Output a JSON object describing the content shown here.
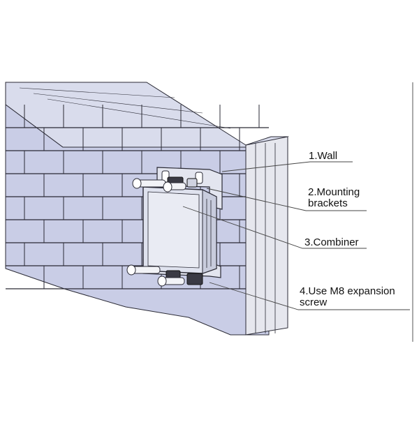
{
  "callouts": [
    {
      "id": "wall",
      "lines": [
        "1.Wall"
      ]
    },
    {
      "id": "mounting-brackets",
      "lines": [
        "2.Mounting",
        "brackets"
      ]
    },
    {
      "id": "combiner",
      "lines": [
        "3.Combiner"
      ]
    },
    {
      "id": "expansion-screw",
      "lines": [
        "4.Use M8 expansion",
        "screw"
      ]
    }
  ],
  "colors": {
    "brick_face": "#c9cde6",
    "brick_top": "#d9dcec",
    "brick_side": "#e6e7ee",
    "mortar": "#2a2a35",
    "combiner_body": "#dfe2ee",
    "leader_line": "#444444"
  }
}
